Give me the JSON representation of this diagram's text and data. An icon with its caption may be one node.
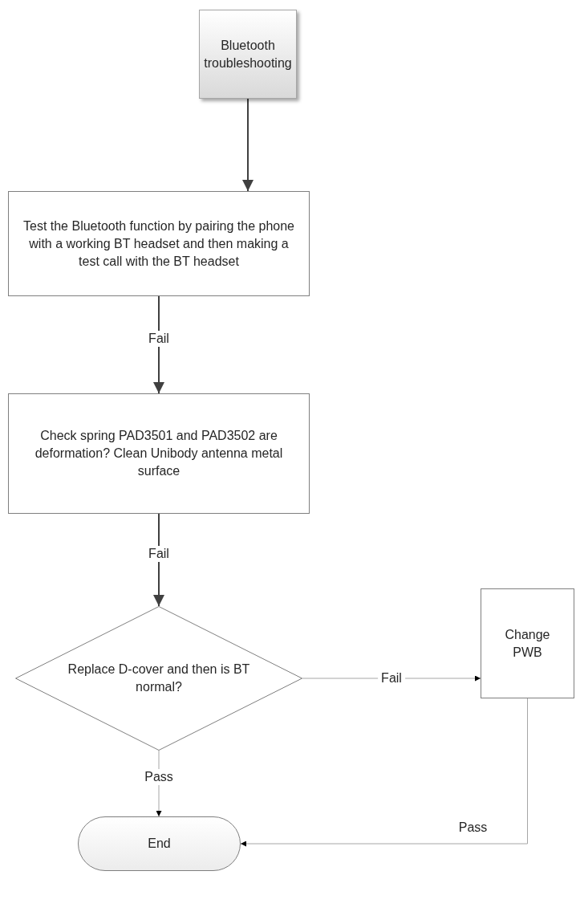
{
  "diagram": {
    "nodes": [
      {
        "text": [
          "Bluetooth troubleshooting"
        ]
      },
      {
        "text": [
          "Test the Bluetooth function by pairing the phone with a working BT headset and then making a test call with the BT headset"
        ]
      },
      {
        "text": [
          "Check spring PAD3501 and PAD3502 are deformation? Clean Unibody antenna metal surface"
        ]
      },
      {
        "text": [
          "Replace D-cover and then is BT normal?"
        ]
      },
      {
        "text": [
          "Change PWB"
        ]
      },
      {
        "text": [
          "End"
        ]
      }
    ],
    "edges": [
      {
        "from": 0,
        "to": 1,
        "arrow": "to"
      },
      {
        "from": 1,
        "to": 2,
        "arrow": "to",
        "label": "Fail"
      },
      {
        "from": 2,
        "to": 3,
        "arrow": "to",
        "label": "Fail"
      },
      {
        "from": 3,
        "to": 4,
        "arrow": "to",
        "label": "Fail",
        "color": "#a6a6a6"
      },
      {
        "from": 3,
        "to": 5,
        "arrow": "to",
        "label": "Pass",
        "color": "#a6a6a6"
      },
      {
        "from": 4,
        "to": 5,
        "arrow": "to",
        "label": "Pass",
        "color": "#a6a6a6"
      }
    ]
  }
}
